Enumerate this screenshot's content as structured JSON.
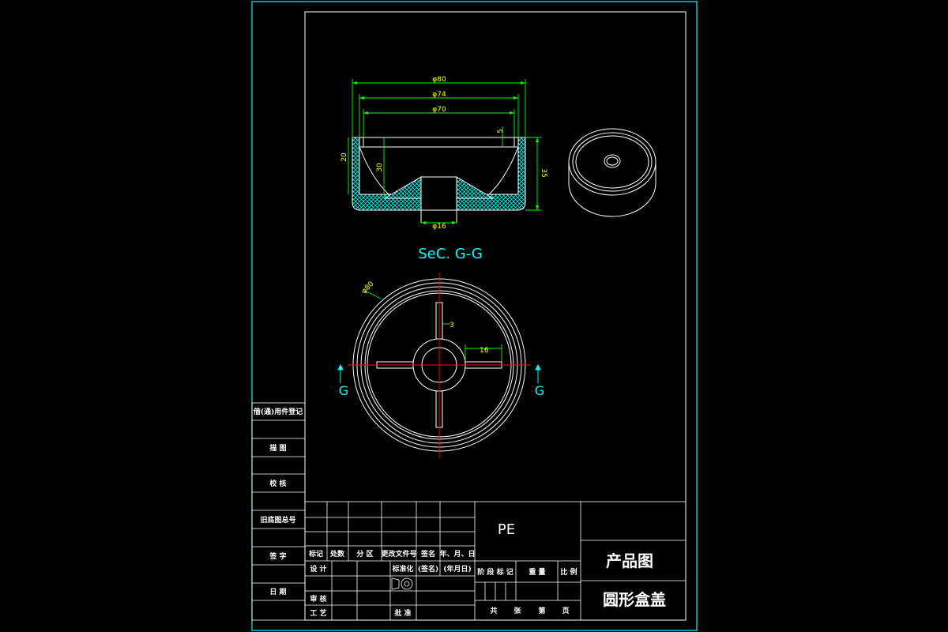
{
  "colors": {
    "background": "#000000",
    "border": "#00ffff",
    "frame": "#ffffff",
    "dimension": "#00ff00",
    "dim_text": "#ffff00",
    "centerline": "#ff0000",
    "section_label": "#00ffff",
    "hatch": "#00ffff"
  },
  "left_strip": {
    "items": [
      "借(通)用件登记",
      "描 图",
      "校 核",
      "旧底图总号",
      "签 字",
      "日 期"
    ]
  },
  "section_view": {
    "dims": {
      "d80": "φ80",
      "d74": "φ74",
      "d70": "φ70",
      "five": "5",
      "twenty": "20",
      "thirty": "30",
      "thirtyfive": "35",
      "d16": "φ16"
    },
    "label": "SeC. G-G"
  },
  "plan_view": {
    "dia_label": "φ80",
    "rib_width": "3",
    "rib_length": "16",
    "cut_left": "G",
    "cut_right": "G"
  },
  "title_block": {
    "header": [
      "标记",
      "处数",
      "分 区",
      "更改文件号",
      "签名",
      "年、月、日"
    ],
    "row_design": [
      "设 计",
      "标准化",
      "(签名)",
      "(年月日)"
    ],
    "row_review": "审 核",
    "row_process": "工 艺",
    "row_approve": "批 准",
    "material": "PE",
    "stage_header": [
      "阶 段 标 记",
      "重 量",
      "比 例"
    ],
    "sheet_info": [
      "共",
      "张",
      "第",
      "页"
    ],
    "drawing_type": "产品图",
    "part_name": "圆形盒盖"
  }
}
